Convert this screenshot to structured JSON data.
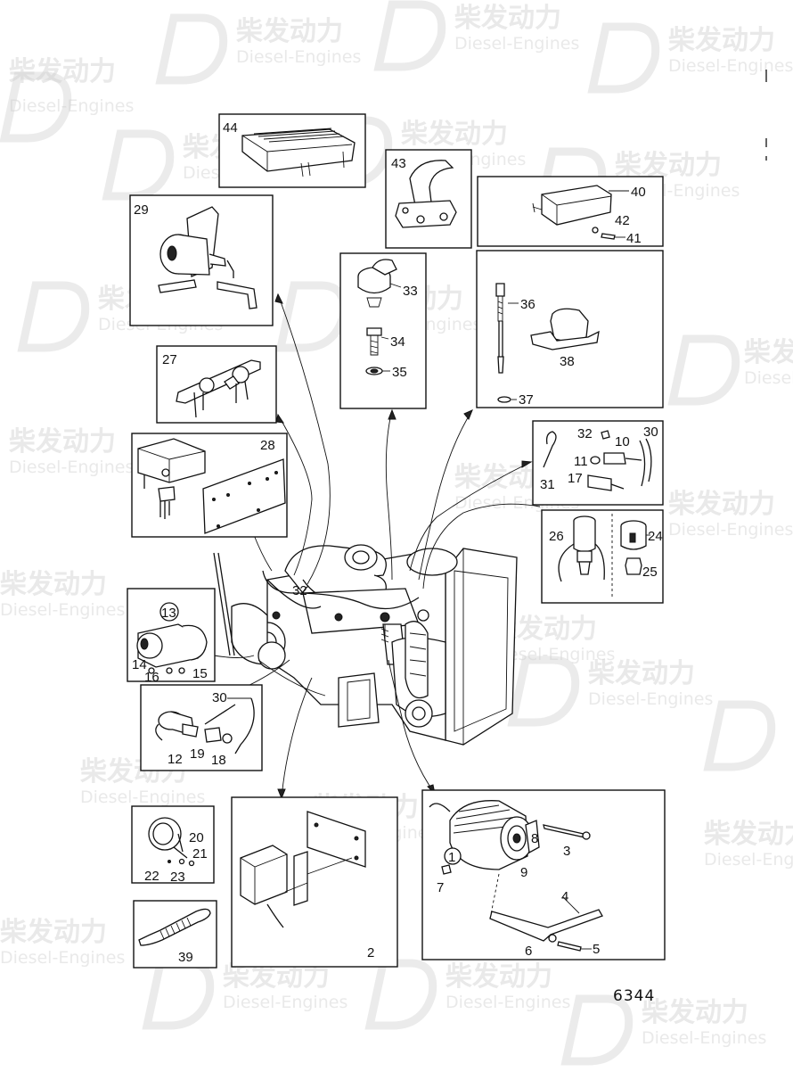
{
  "watermark": {
    "brand_cn": "柴发动力",
    "brand_en": "Diesel-Engines"
  },
  "drawing_number": "6344",
  "boxes": {
    "b44": {
      "labels": [
        "44"
      ]
    },
    "b43": {
      "labels": [
        "43"
      ]
    },
    "b40": {
      "labels": [
        "40",
        "42",
        "41"
      ]
    },
    "b29": {
      "labels": [
        "29"
      ]
    },
    "b33": {
      "labels": [
        "33",
        "34",
        "35"
      ]
    },
    "b36": {
      "labels": [
        "36",
        "38",
        "37"
      ]
    },
    "b27": {
      "labels": [
        "27"
      ]
    },
    "b28": {
      "labels": [
        "28"
      ]
    },
    "b30": {
      "labels": [
        "32",
        "30",
        "10",
        "11",
        "17",
        "31"
      ]
    },
    "b26": {
      "labels": [
        "26",
        "24",
        "25"
      ]
    },
    "b13": {
      "labels": [
        "13",
        "14",
        "16",
        "15"
      ]
    },
    "b12": {
      "labels": [
        "30",
        "12",
        "19",
        "18"
      ]
    },
    "b20": {
      "labels": [
        "20",
        "21",
        "22",
        "23"
      ]
    },
    "b39": {
      "labels": [
        "39"
      ]
    },
    "b2": {
      "labels": [
        "2"
      ]
    },
    "b1": {
      "labels": [
        "1",
        "8",
        "3",
        "9",
        "7",
        "4",
        "6",
        "5"
      ]
    }
  },
  "engine_labels": [
    "32"
  ]
}
